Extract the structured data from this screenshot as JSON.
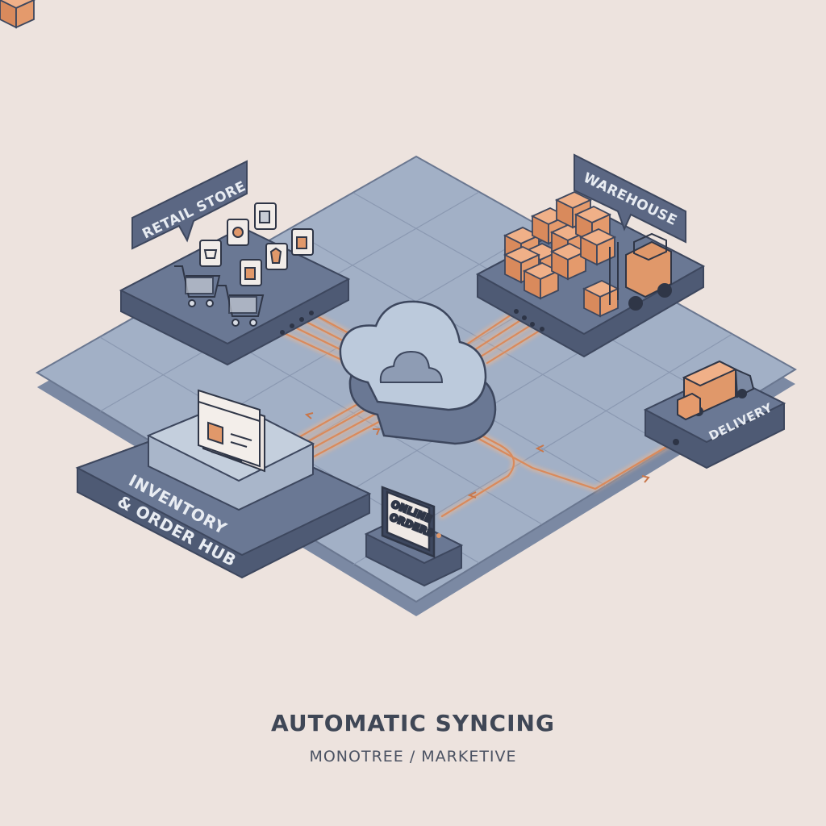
{
  "nodes": {
    "retail_store": "RETAIL STORE",
    "warehouse": "WAREHOUSE",
    "delivery": "DELIVERY",
    "hub": [
      "INVENTORY",
      "& ORDER HUB"
    ],
    "online_orders": [
      "ONLINE",
      "ORDERS"
    ]
  },
  "footer": {
    "title": "AUTOMATIC SYNCING",
    "subtitle": "MONOTREE / MARKETIVE"
  },
  "colors": {
    "background": "#ede3de",
    "platform": "#5d6a86",
    "floor": "#9aa8bf",
    "cloud": "#b8c6d9",
    "accent": "#e0986a"
  },
  "icons": [
    "cloud-icon",
    "shopping-cart-icon",
    "box-icon",
    "forklift-icon",
    "truck-icon",
    "tablet-icon",
    "browser-window-icon"
  ]
}
